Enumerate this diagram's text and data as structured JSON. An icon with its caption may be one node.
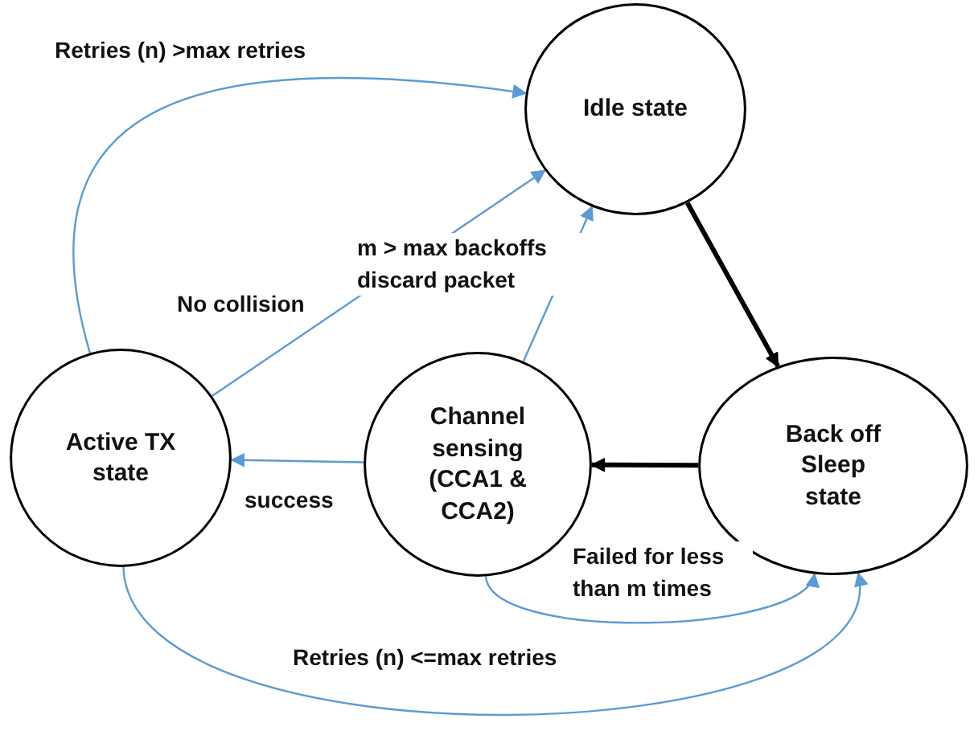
{
  "diagram": {
    "nodes": [
      {
        "text": [
          "Idle state"
        ]
      },
      {
        "text": [
          "Active TX state"
        ]
      },
      {
        "text": [
          "Channel sensing (CCA1 & CCA2)"
        ]
      },
      {
        "text": [
          "Back off Sleep state"
        ]
      }
    ],
    "edges": [
      {
        "from": 1,
        "to": 0,
        "arrow": "to",
        "label": "Retries (n) >max retries"
      },
      {
        "from": 1,
        "to": 0,
        "arrow": "to",
        "label": "No collision"
      },
      {
        "from": 2,
        "to": 0,
        "arrow": "to",
        "label": "m > max backoffs discard packet"
      },
      {
        "from": 0,
        "to": 3,
        "arrow": "to",
        "style": "thick",
        "color": "#000000"
      },
      {
        "from": 3,
        "to": 2,
        "arrow": "to",
        "style": "thick",
        "color": "#000000"
      },
      {
        "from": 2,
        "to": 1,
        "arrow": "to",
        "label": "success"
      },
      {
        "from": 2,
        "to": 3,
        "arrow": "to",
        "label": "Failed for less than m times"
      },
      {
        "from": 1,
        "to": 3,
        "arrow": "to",
        "label": "Retries (n) <=max retries"
      }
    ]
  }
}
